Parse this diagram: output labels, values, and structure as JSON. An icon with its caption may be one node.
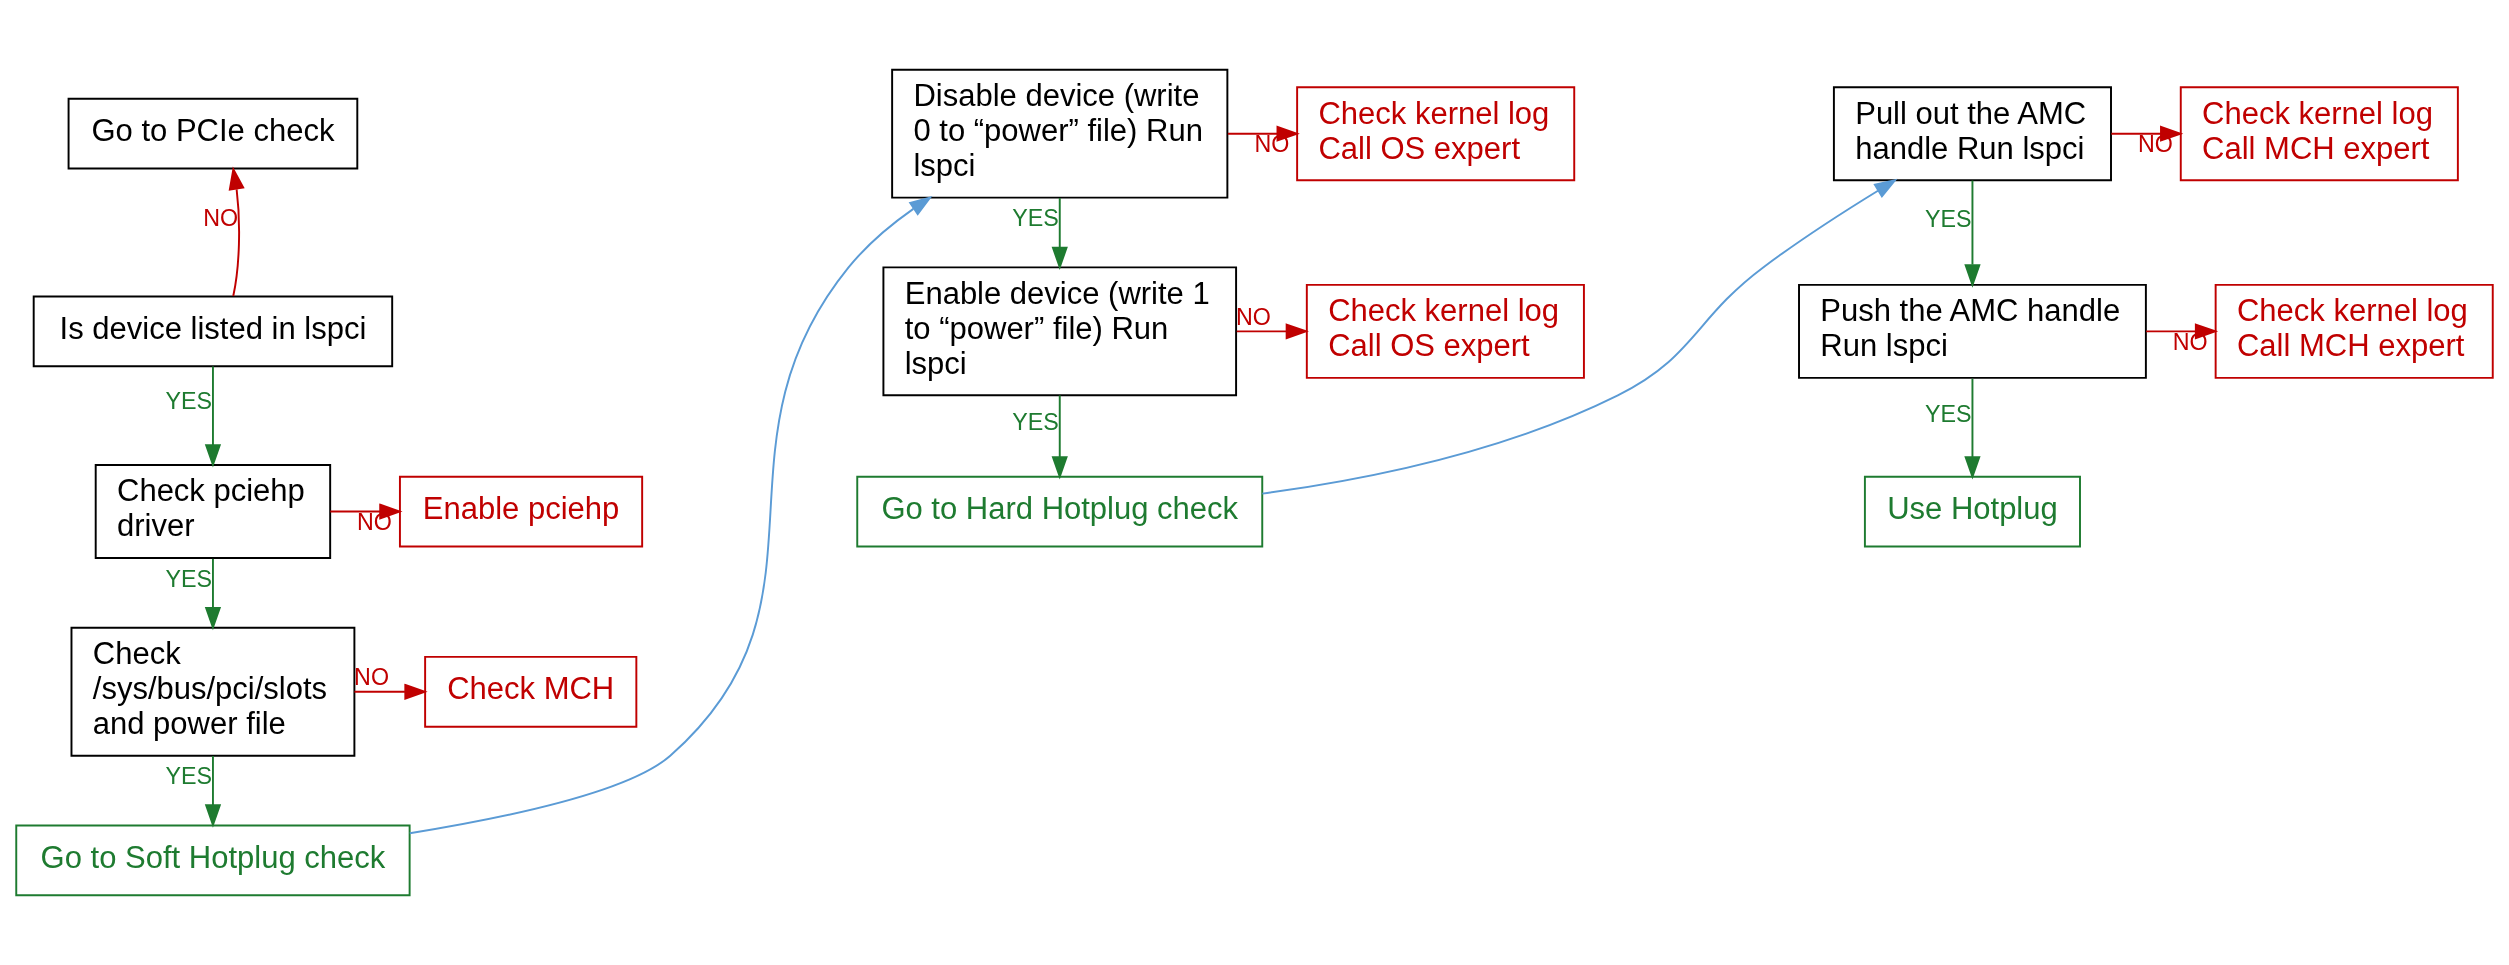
{
  "diagram": {
    "nodes": [
      {
        "text": [
          "Go to PCIe check"
        ]
      },
      {
        "text": [
          "Is device listed in lspci"
        ]
      },
      {
        "text": [
          "Enable pciehp"
        ]
      },
      {
        "text": [
          "Check pciehp driver"
        ]
      },
      {
        "text": [
          "Check MCH"
        ]
      },
      {
        "text": [
          "Check /sys/bus/pci/slots and power file"
        ]
      },
      {
        "text": [
          "Go to Soft Hotplug check"
        ]
      },
      {
        "text": [
          "Disable device (write 0 to “power” file) Run lspci"
        ]
      },
      {
        "text": [
          "Check kernel log Call OS expert"
        ]
      },
      {
        "text": [
          "Enable device (write 1 to “power” file) Run lspci"
        ]
      },
      {
        "text": [
          "Check kernel log Call OS expert"
        ]
      },
      {
        "text": [
          "Go to Hard Hotplug check"
        ]
      },
      {
        "text": [
          "Pull out the AMC handle Run lspci"
        ]
      },
      {
        "text": [
          "Check kernel log Call MCH expert"
        ]
      },
      {
        "text": [
          "Push the AMC handle Run lspci"
        ]
      },
      {
        "text": [
          "Check kernel log Call MCH expert"
        ]
      },
      {
        "text": [
          "Use Hotplug"
        ]
      }
    ],
    "edges": [
      {
        "from": 1,
        "to": 0,
        "arrow": "to",
        "label": "NO",
        "color": "#c00000"
      },
      {
        "from": 1,
        "to": 3,
        "arrow": "to",
        "label": "YES",
        "color": "#1e7b30"
      },
      {
        "from": 3,
        "to": 2,
        "arrow": "to",
        "label": "NO",
        "color": "#c00000"
      },
      {
        "from": 3,
        "to": 5,
        "arrow": "to",
        "label": "YES",
        "color": "#1e7b30"
      },
      {
        "from": 5,
        "to": 4,
        "arrow": "to",
        "label": "NO",
        "color": "#c00000"
      },
      {
        "from": 5,
        "to": 6,
        "arrow": "to",
        "label": "YES",
        "color": "#1e7b30"
      },
      {
        "from": 6,
        "to": 7,
        "arrow": "to",
        "color": "#5b9bd5"
      },
      {
        "from": 7,
        "to": 8,
        "arrow": "to",
        "label": "NO",
        "color": "#c00000"
      },
      {
        "from": 7,
        "to": 9,
        "arrow": "to",
        "label": "YES",
        "color": "#1e7b30"
      },
      {
        "from": 9,
        "to": 10,
        "arrow": "to",
        "label": "NO",
        "color": "#c00000"
      },
      {
        "from": 9,
        "to": 11,
        "arrow": "to",
        "label": "YES",
        "color": "#1e7b30"
      },
      {
        "from": 11,
        "to": 12,
        "arrow": "to",
        "color": "#5b9bd5"
      },
      {
        "from": 12,
        "to": 13,
        "arrow": "to",
        "label": "NO",
        "color": "#c00000"
      },
      {
        "from": 12,
        "to": 14,
        "arrow": "to",
        "label": "YES",
        "color": "#1e7b30"
      },
      {
        "from": 14,
        "to": 15,
        "arrow": "to",
        "label": "NO",
        "color": "#c00000"
      },
      {
        "from": 14,
        "to": 16,
        "arrow": "to",
        "label": "YES",
        "color": "#1e7b30"
      }
    ]
  }
}
